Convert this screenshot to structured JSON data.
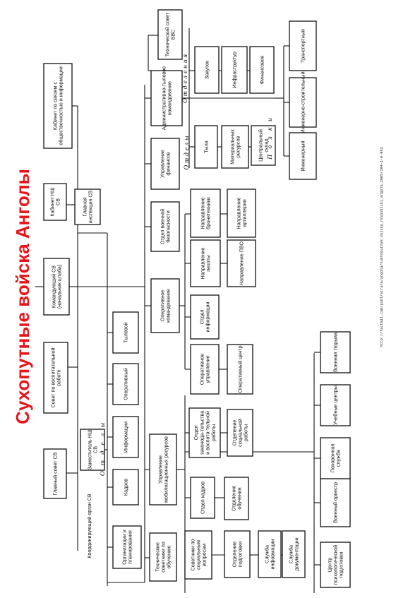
{
  "title": "Сухопутные войска Анголы",
  "source_url": "http://factmil.com/publ/strana/angola/sukhoputnye_vojska_respubliki_angola_2005/184-1-0-963",
  "coordinating_organ_label": "Координирующий орган СВ",
  "group_labels": {
    "otdely_left": "О т д е л ы",
    "otdely_right": "Отделы",
    "otdeleniya": "Отделения",
    "polki": "П о л к и"
  },
  "boxes": {
    "commander": "Командующий СВ (начальник штаба)",
    "kabinet_nsh": "Кабинет НШ СВ",
    "kabinet_svyazi": "Кабинет по связям с общественностью и информации",
    "glavnaya_inspekciya": "Главная инспекция СВ",
    "sovet_vospit": "Совет по воспитательной работе",
    "glavny_sovet": "Главный совет СВ",
    "zamestitel": "Заместитель НШ СВ",
    "org_plan": "Организации и планирования",
    "kadrov": "Кадров",
    "informacii": "Информации",
    "operativny": "Оперативный",
    "tylovoy": "Тыловой",
    "tekh_sovetniki": "Технические советники по обучению",
    "upravl_mob": "Управление мобилизационных ресурсов",
    "sovetniki_soc": "Советники по социальным вопросам",
    "otdel_kadrov": "Отдел кадров",
    "otdel_zakonod": "Отдел законода-тельства и воспита-тельной работы",
    "otdelenie_podgotovki": "Отделение подготовки",
    "otdelenie_obucheniya": "Отделение обучения",
    "otdelenie_socialnoy": "Отделение социальной работы",
    "sluzhba_info": "Служба информации",
    "sluzhba_doc": "Служба документации",
    "centr_psych": "Центр психологической подготовки",
    "voenny_orkestr": "Военный оркестр",
    "pokhoronnaya": "Похоронная служба",
    "uchebnye_centry": "Учебные центры",
    "voennaya_tyurma": "Военная тюрьма",
    "operativnoe_kom": "Оперативное командование",
    "operativnoe_upr": "Оперативное управление",
    "otdel_informacii": "Отдел информации",
    "operativny_centr": "Оперативный центр",
    "napr_pekhoty": "Направление пехоты",
    "napr_pvo": "Направление ПВО",
    "otdel_voen_bez": "Отдел военной безопасности",
    "napr_bronetekhniki": "Направление бронетехники",
    "napr_artillerii": "Направление артиллерии",
    "upravl_finansov": "Управление финансов",
    "admin_tyl": "Административно-тыловое командование",
    "tekh_sovet_vvs": "Технический совет ВВС",
    "tyla": "Тыла",
    "mater_resursov": "Материальных ресурсов",
    "centralny_sklad": "Центральный склад",
    "zakupok": "Закупок",
    "infrastruktur": "Инфраструктур",
    "finansovoe": "Финансовое",
    "inzhenerny": "Инженерный",
    "inzh_stroit": "Инженерно-строительный",
    "transportny": "Транспортный"
  }
}
